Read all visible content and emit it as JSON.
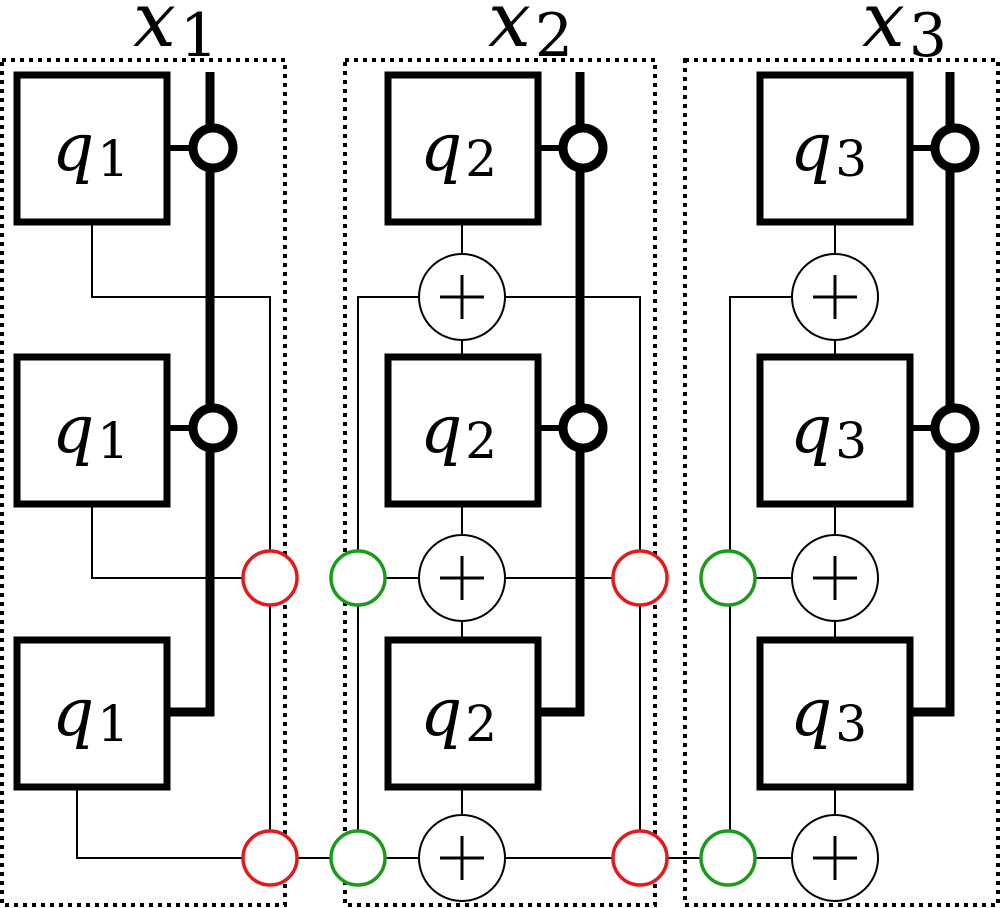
{
  "colors": {
    "line": "#000000",
    "node_red": "#e31a1c",
    "node_green": "#1a9c1a"
  },
  "symbols": {
    "adder": "circled-plus-icon",
    "junction": "hollow-circle-knob-icon"
  },
  "groups": [
    {
      "name": "x",
      "index": "1",
      "block_name": "q",
      "block_index": "1",
      "block_count": 3
    },
    {
      "name": "x",
      "index": "2",
      "block_name": "q",
      "block_index": "2",
      "block_count": 3
    },
    {
      "name": "x",
      "index": "3",
      "block_name": "q",
      "block_index": "3",
      "block_count": 3
    }
  ]
}
